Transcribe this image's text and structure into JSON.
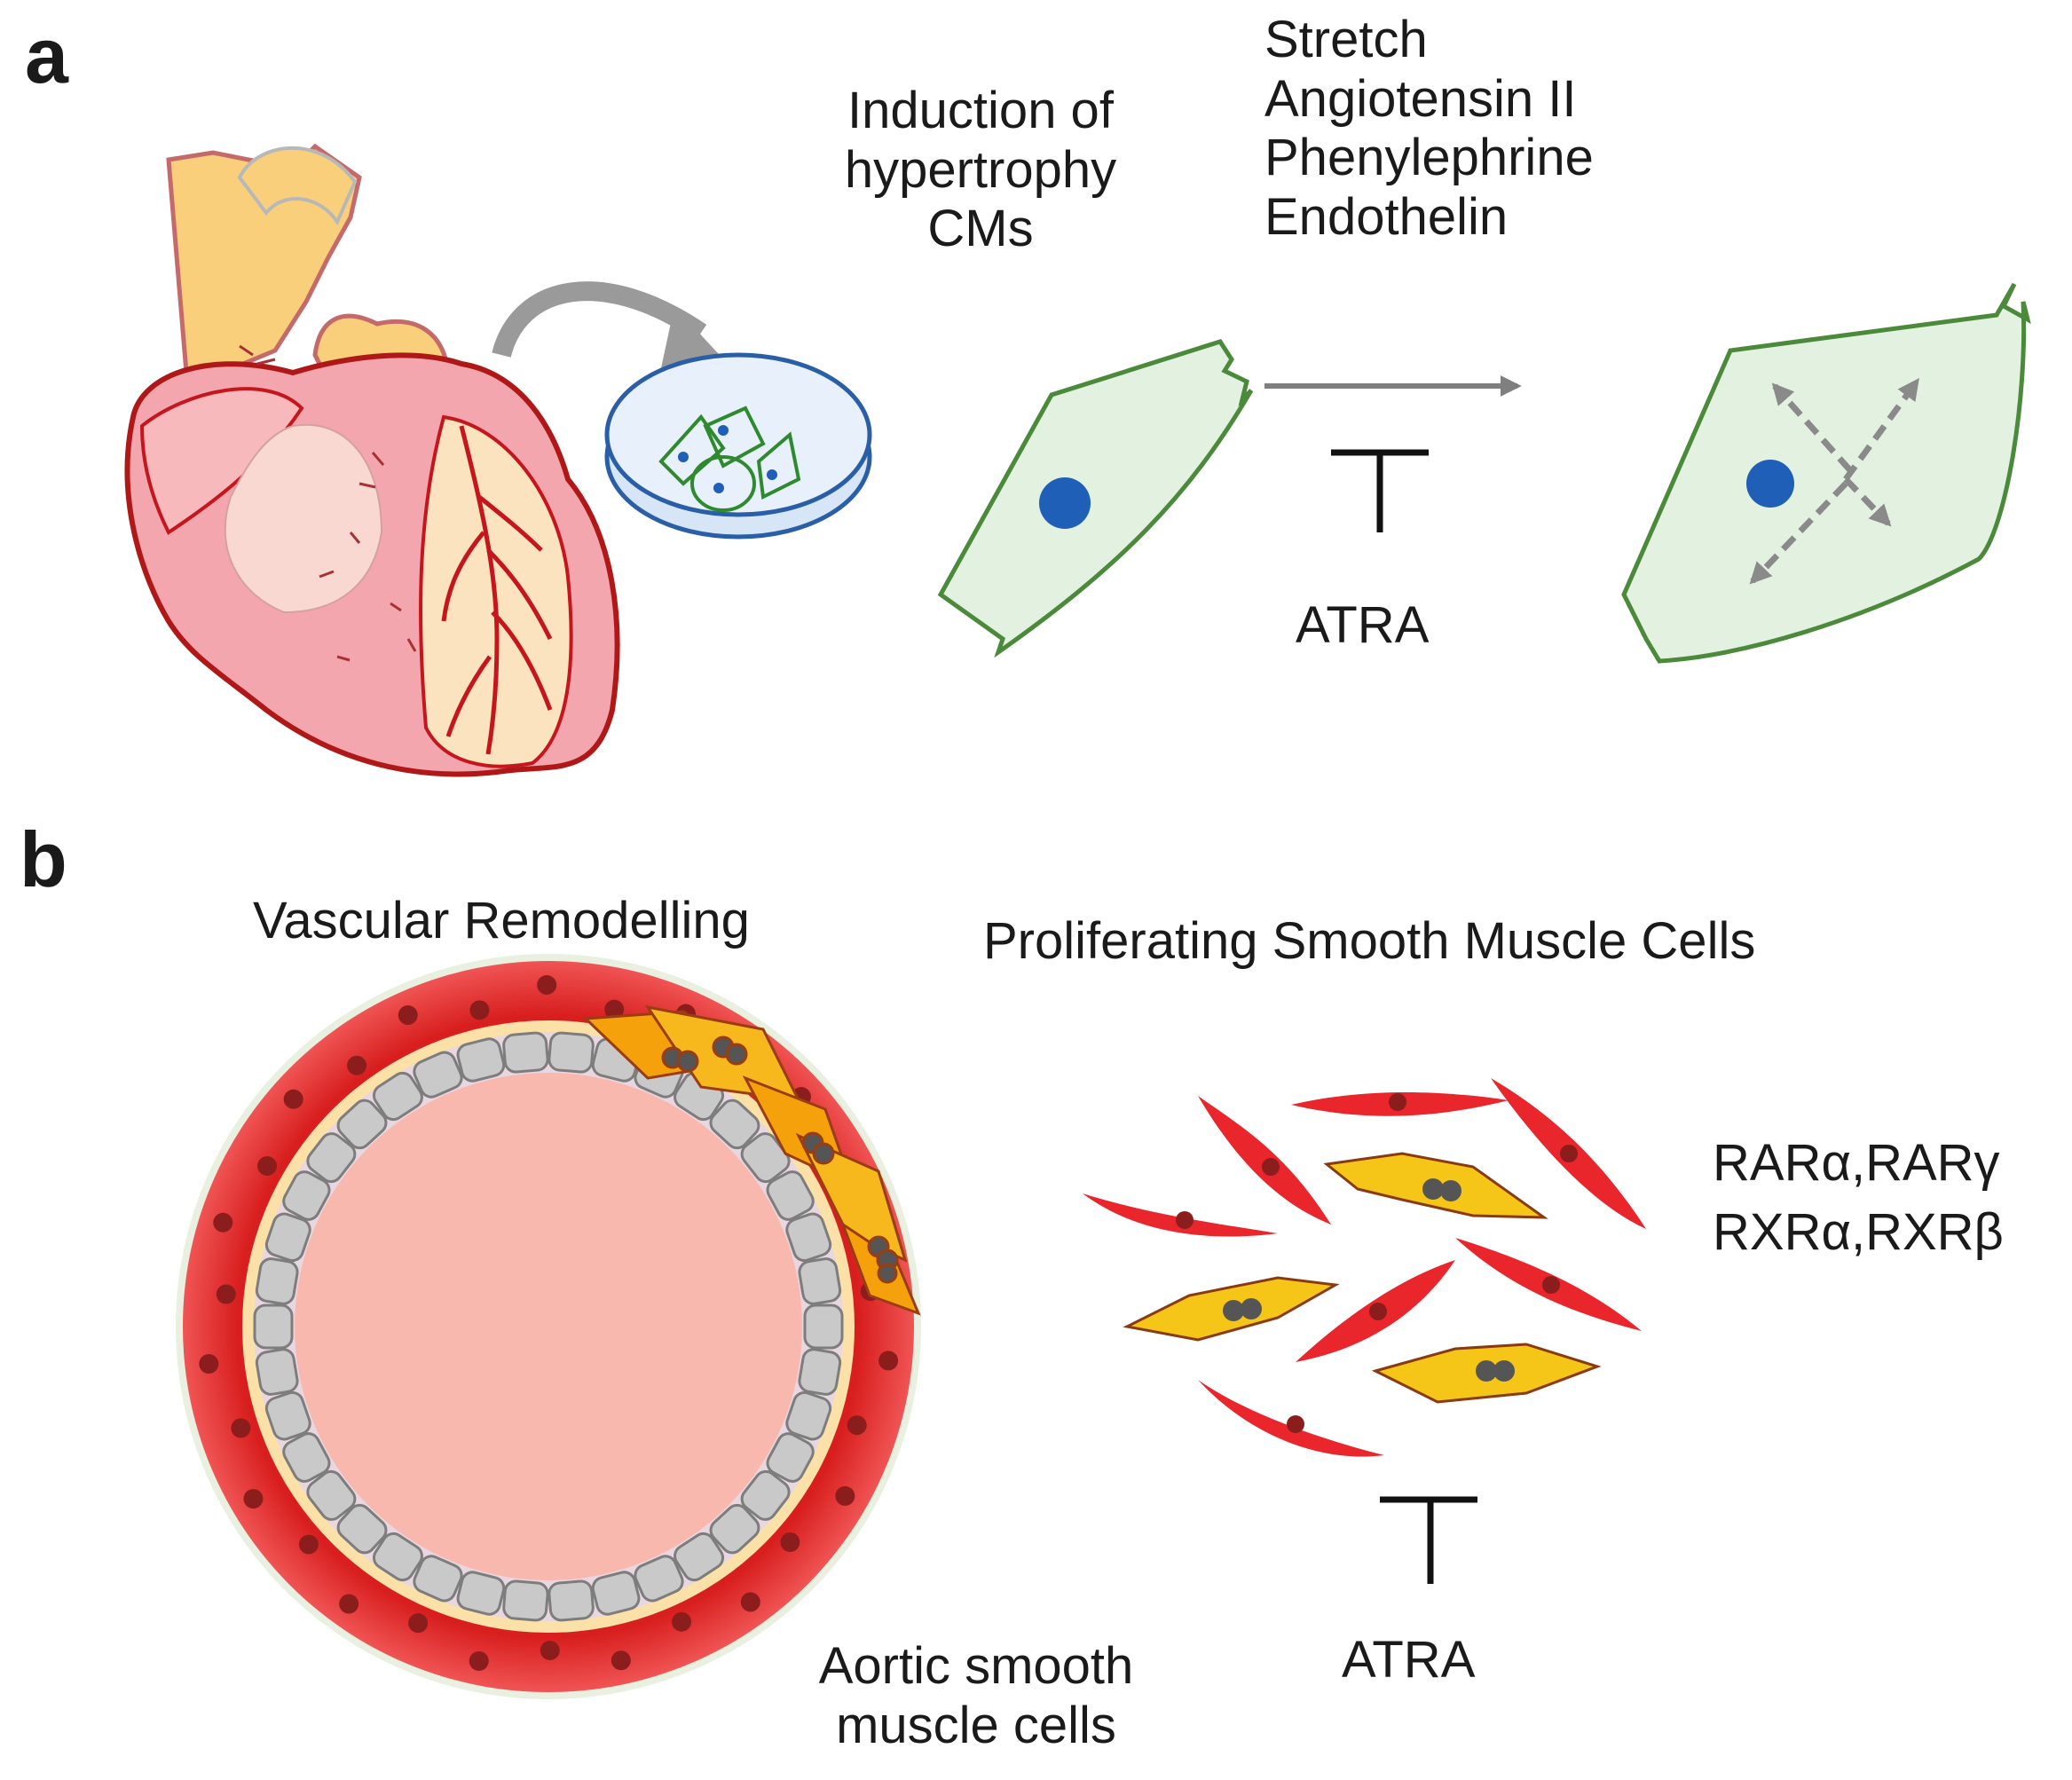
{
  "panel_a": {
    "letter": "a",
    "induction_label": [
      "Induction of",
      "hypertrophy",
      "CMs"
    ],
    "stimuli": [
      "Stretch",
      "Angiotensin II",
      "Phenylephrine",
      "Endothelin"
    ],
    "inhibitor": "ATRA"
  },
  "panel_b": {
    "letter": "b",
    "vessel_title": "Vascular Remodelling",
    "cells_title": "Proliferating Smooth Muscle Cells",
    "receptors": [
      "RARα,RARγ",
      "RXRα,RXRβ"
    ],
    "inhibitor": "ATRA",
    "vessel_caption": [
      "Aortic smooth",
      "muscle cells"
    ]
  },
  "colors": {
    "heart_red": "#f4a6ae",
    "heart_outline": "#c4161c",
    "vessel_yellow": "#f9cf7c",
    "cell_green_fill": "#e3f1e1",
    "cell_green_outline": "#4a8a3a",
    "nucleus_blue": "#1f5fb8",
    "smc_red": "#e8262b",
    "smc_yellow": "#f5c518",
    "lumen_pink": "#f9b8ad",
    "endothelium_gray": "#c9c9c9"
  }
}
